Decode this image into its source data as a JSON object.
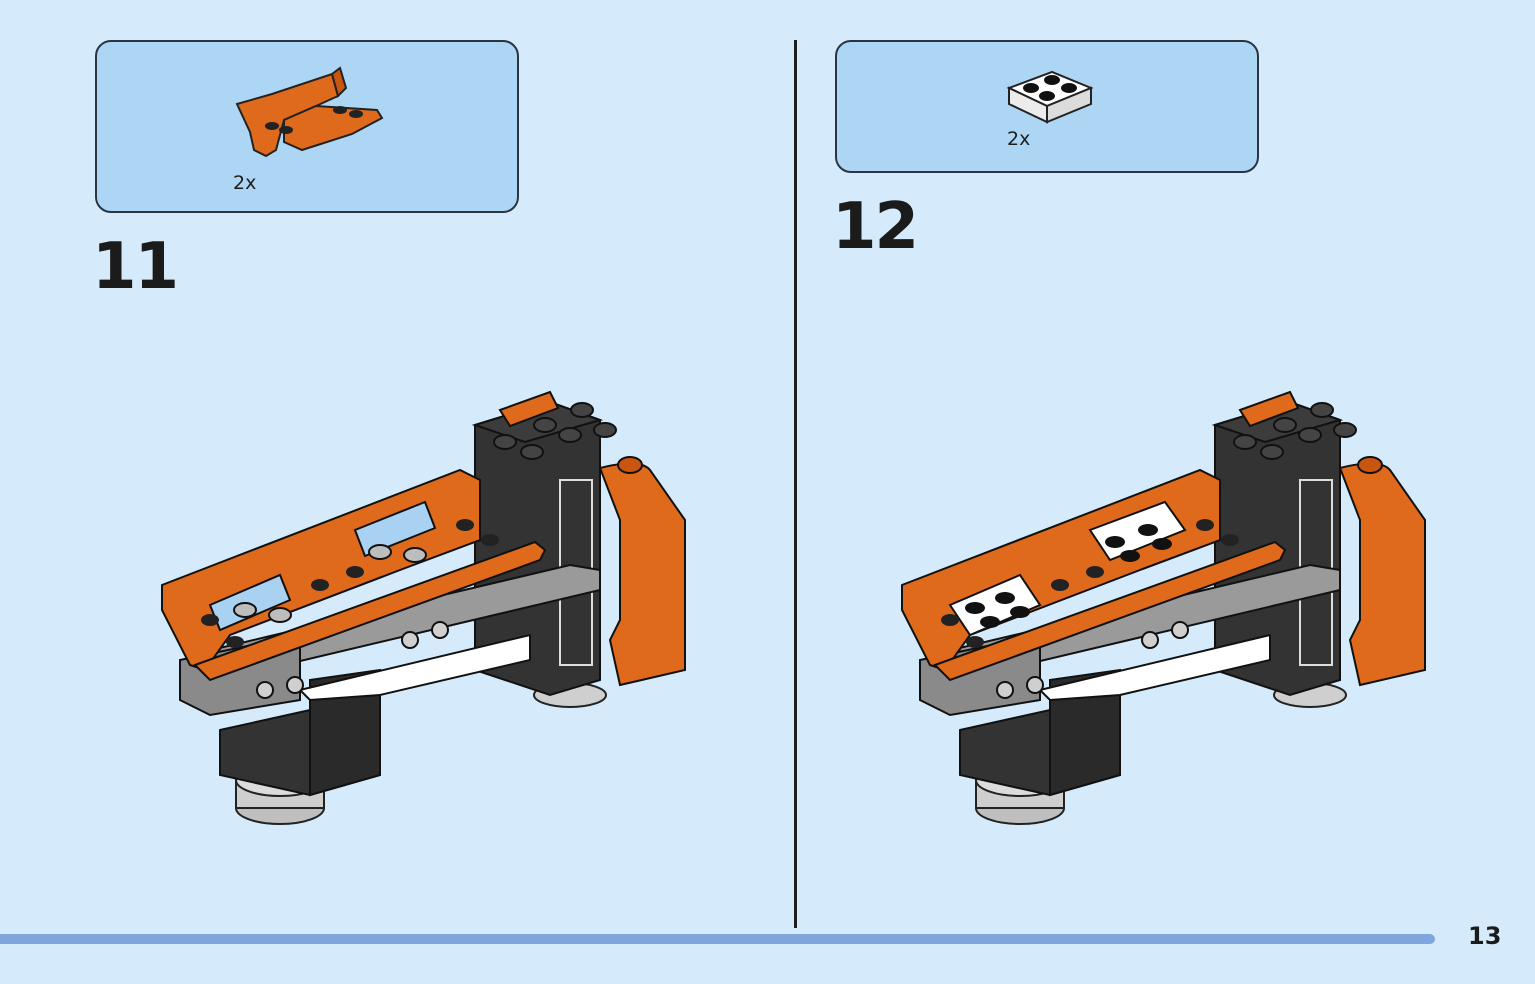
{
  "page": {
    "number": "13"
  },
  "steps": [
    {
      "number": "11",
      "part_quantity": "2x",
      "part_icon": "orange-seat-bracket-part-icon",
      "model": "build-model-step-11",
      "colors": {
        "callout": "#add6f5",
        "orange": "#e06a1b",
        "dark": "#333333"
      }
    },
    {
      "number": "12",
      "part_quantity": "2x",
      "part_icon": "white-2x2-plate-part-icon",
      "model": "build-model-step-12",
      "colors": {
        "callout": "#add6f5",
        "white": "#ffffff",
        "dark": "#333333"
      }
    }
  ],
  "footer": {
    "bar_color": "#7fa6dc"
  }
}
